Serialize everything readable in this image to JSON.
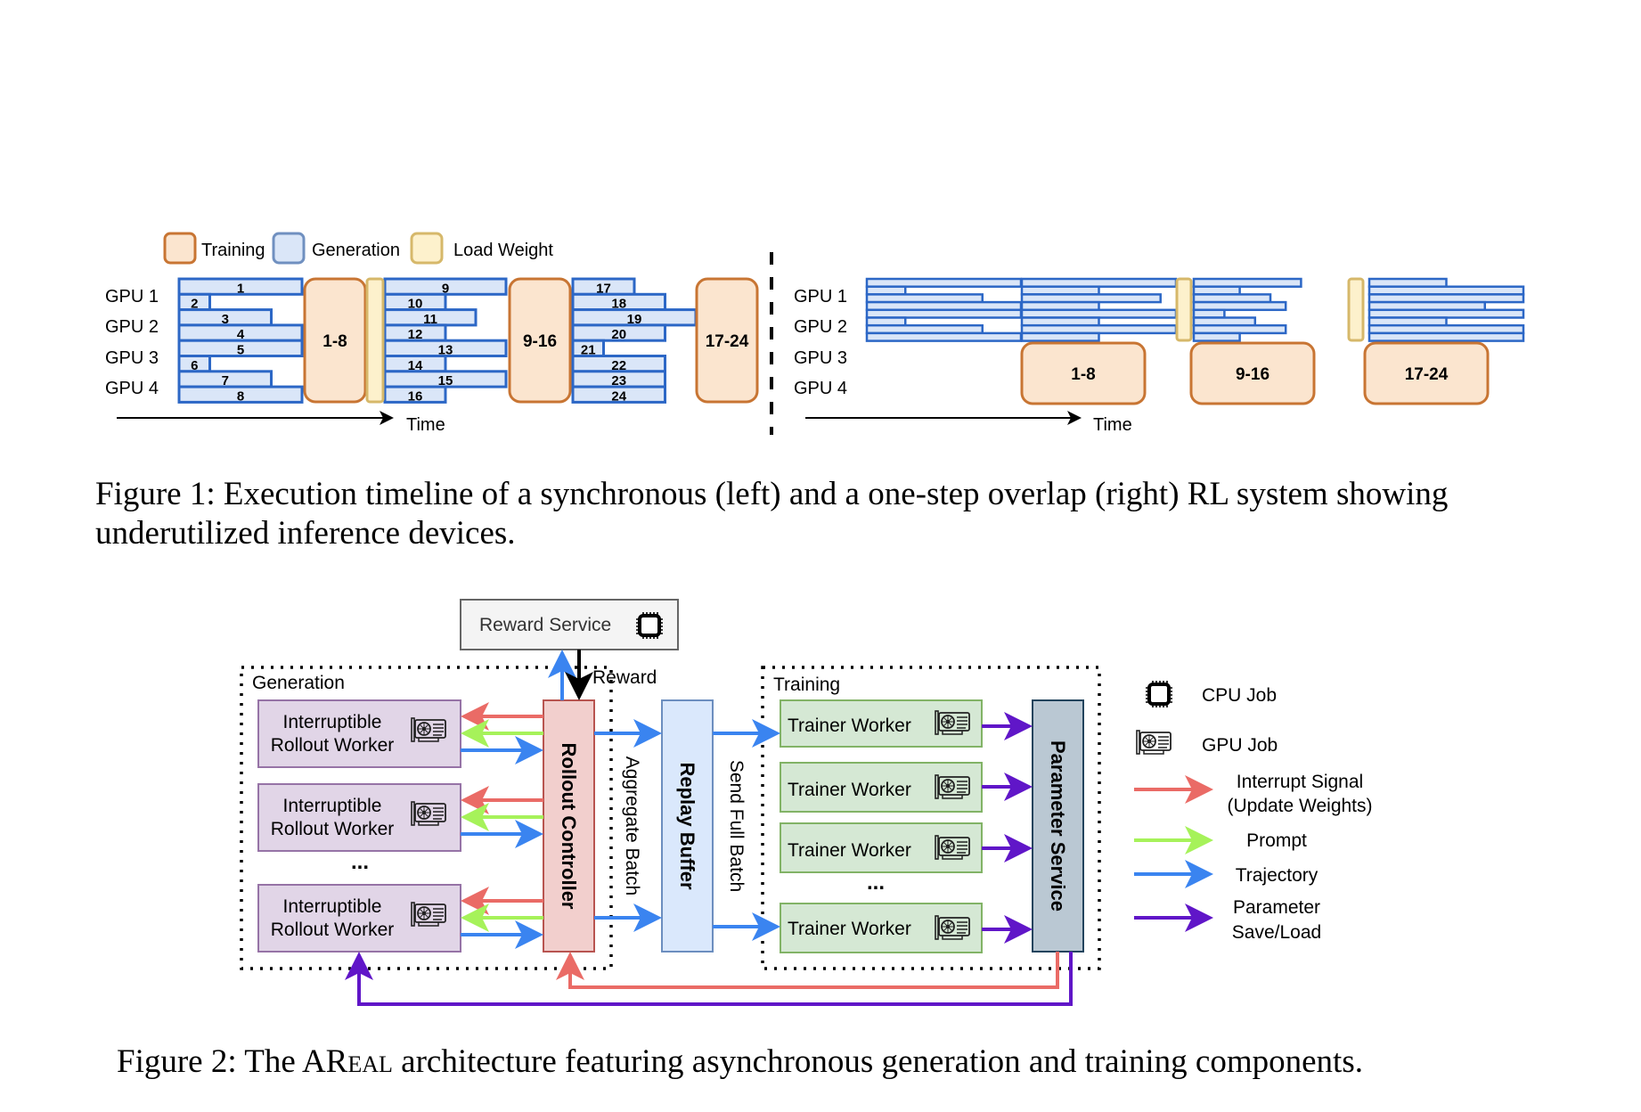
{
  "figure1": {
    "legend": [
      {
        "label": "Training",
        "fill": "#fbe5cf",
        "stroke": "#c87533"
      },
      {
        "label": "Generation",
        "fill": "#dae6f8",
        "stroke": "#7090c0"
      },
      {
        "label": "Load Weight",
        "fill": "#fdf1cc",
        "stroke": "#d6b86a"
      }
    ],
    "gpu_labels": [
      "GPU 1",
      "GPU 2",
      "GPU 3",
      "GPU 4"
    ],
    "time_label": "Time",
    "left": {
      "title": "synchronous",
      "gen_rows_phase1": [
        {
          "id": "1",
          "len": 1.0
        },
        {
          "id": "2",
          "len": 0.25
        },
        {
          "id": "3",
          "len": 0.75
        },
        {
          "id": "4",
          "len": 1.0
        },
        {
          "id": "5",
          "len": 1.0
        },
        {
          "id": "6",
          "len": 0.25
        },
        {
          "id": "7",
          "len": 0.75
        },
        {
          "id": "8",
          "len": 1.0
        }
      ],
      "gen_rows_phase2": [
        {
          "id": "9",
          "len": 1.0
        },
        {
          "id": "10",
          "len": 0.5
        },
        {
          "id": "11",
          "len": 0.75
        },
        {
          "id": "12",
          "len": 0.5
        },
        {
          "id": "13",
          "len": 1.0
        },
        {
          "id": "14",
          "len": 0.5
        },
        {
          "id": "15",
          "len": 1.0
        },
        {
          "id": "16",
          "len": 0.5
        }
      ],
      "gen_rows_phase3": [
        {
          "id": "17",
          "len": 0.5
        },
        {
          "id": "18",
          "len": 0.75
        },
        {
          "id": "19",
          "len": 1.0
        },
        {
          "id": "20",
          "len": 0.75
        },
        {
          "id": "21",
          "len": 0.25
        },
        {
          "id": "22",
          "len": 0.75
        },
        {
          "id": "23",
          "len": 0.75
        },
        {
          "id": "24",
          "len": 0.75
        }
      ],
      "training_blocks": [
        "1-8",
        "9-16",
        "17-24"
      ]
    },
    "right": {
      "title": "one-step overlap",
      "training_blocks": [
        "1-8",
        "9-16",
        "17-24"
      ]
    }
  },
  "caption1": "Figure 1: Execution timeline of a synchronous (left) and a one-step overlap (right) RL system showing underutilized inference devices.",
  "caption1_line1": "Figure 1: Execution timeline of a synchronous (left) and a one-step overlap (right) RL system showing",
  "caption1_line2": "underutilized inference devices.",
  "figure2": {
    "reward_service": "Reward Service",
    "reward_label": "Reward",
    "generation_group": "Generation",
    "training_group": "Training",
    "rollout_worker_line1": "Interruptible",
    "rollout_worker_line2": "Rollout Worker",
    "ellipsis": "...",
    "rollout_controller": "Rollout Controller",
    "aggregate_batch": "Aggregate Batch",
    "replay_buffer": "Replay Buffer",
    "send_full_batch": "Send Full Batch",
    "trainer_worker": "Trainer Worker",
    "parameter_service": "Parameter Service",
    "legend": {
      "cpu_job": "CPU Job",
      "gpu_job": "GPU Job",
      "interrupt_line1": "Interrupt Signal",
      "interrupt_line2": "(Update Weights)",
      "prompt": "Prompt",
      "trajectory": "Trajectory",
      "param_line1": "Parameter",
      "param_line2": "Save/Load"
    },
    "colors": {
      "interrupt": "#ea6b66",
      "prompt": "#a6f25a",
      "trajectory": "#3a84f0",
      "parameter": "#6016c8"
    }
  },
  "caption2_prefix": "Figure 2: The ",
  "caption2_name_a": "AR",
  "caption2_name_b": "eal",
  "caption2_suffix": " architecture featuring asynchronous generation and training components."
}
